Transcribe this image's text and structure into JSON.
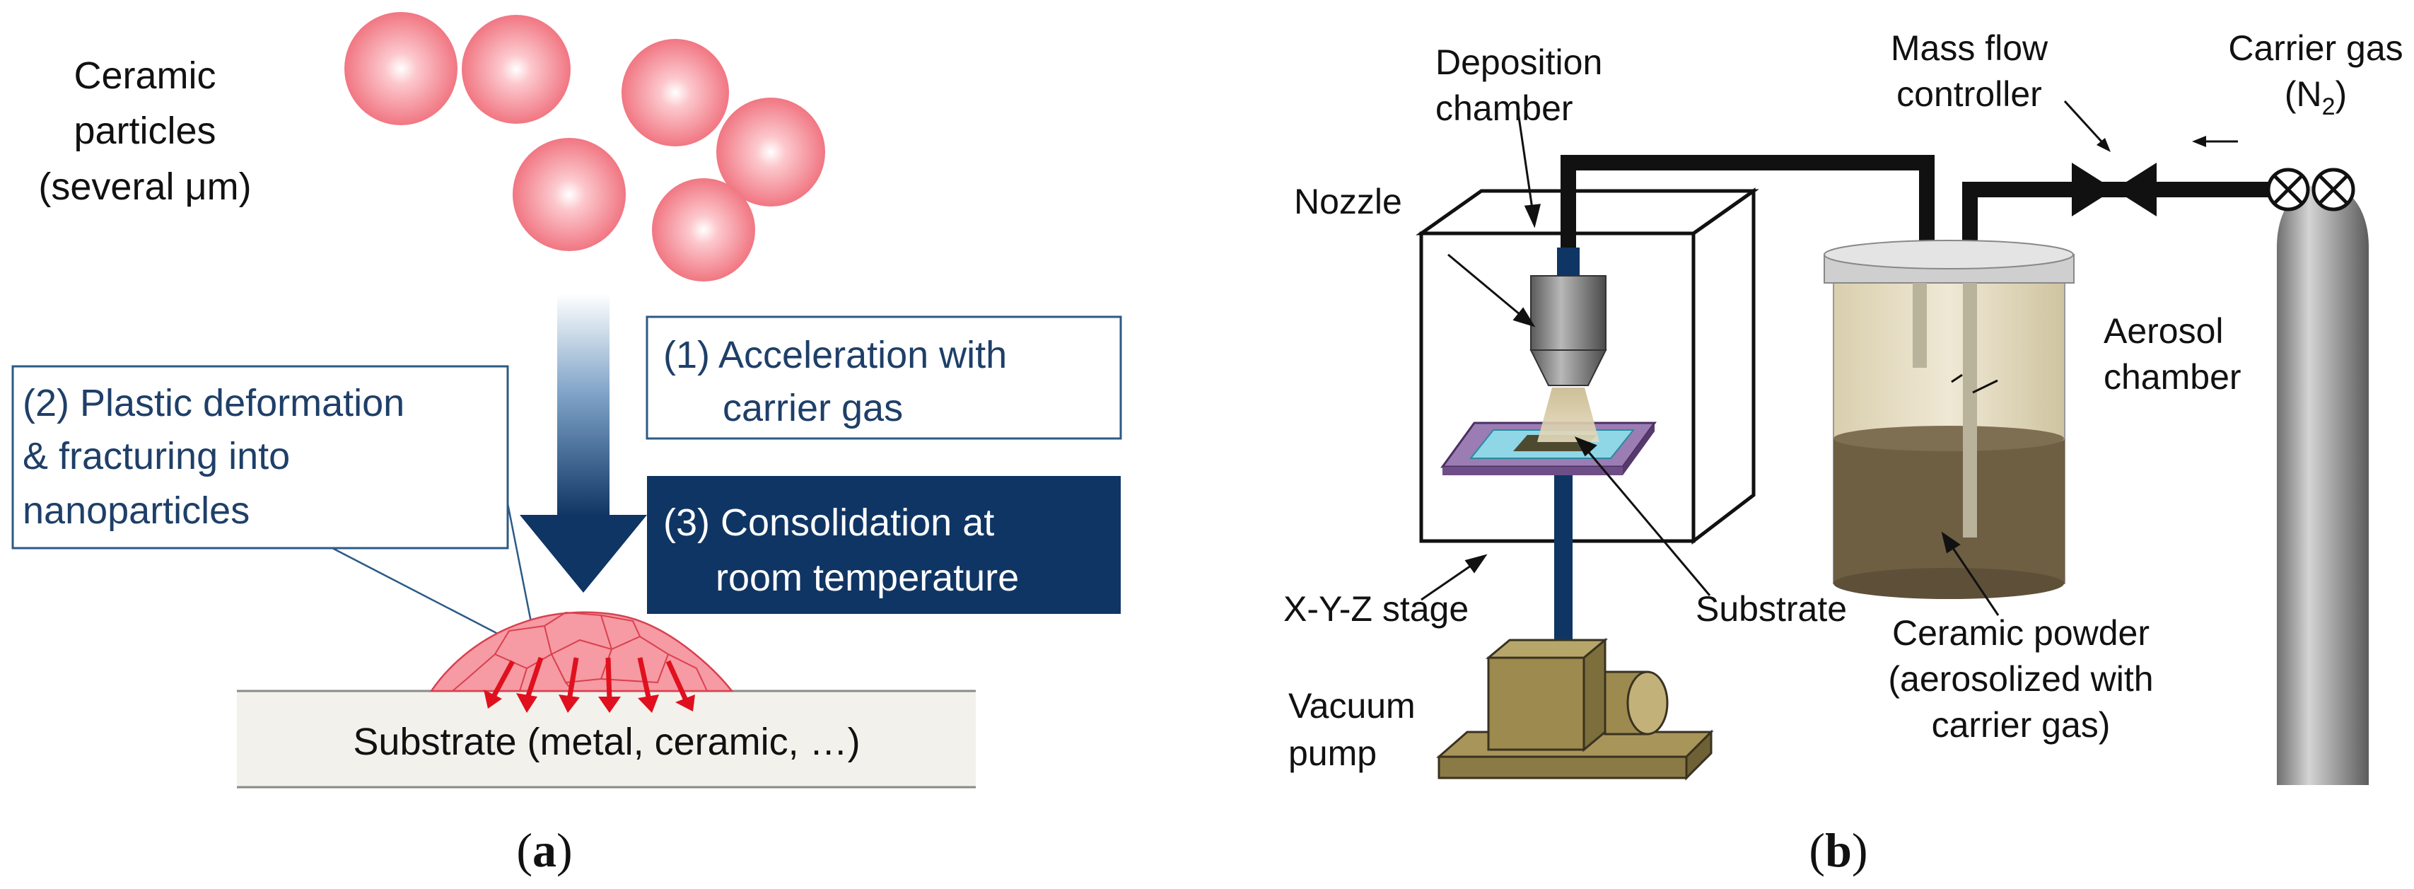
{
  "panel_a": {
    "particles_label": [
      "Ceramic",
      "particles",
      "(several μm)"
    ],
    "step1": [
      "(1) Acceleration with",
      "carrier gas"
    ],
    "step2": [
      "(2) Plastic deformation",
      "& fracturing into",
      "nanoparticles"
    ],
    "step3": [
      "(3) Consolidation at",
      "room temperature"
    ],
    "substrate": "Substrate (metal, ceramic, …)",
    "caption": [
      "(",
      "a",
      ")"
    ]
  },
  "panel_b": {
    "deposition_chamber": [
      "Deposition",
      "chamber"
    ],
    "mass_flow": [
      "Mass flow",
      "controller"
    ],
    "carrier_gas": "Carrier gas",
    "n2": [
      "(N",
      "2",
      ")"
    ],
    "nozzle": "Nozzle",
    "aerosol_chamber": [
      "Aerosol",
      "chamber"
    ],
    "substrate": "Substrate",
    "stage": "X-Y-Z stage",
    "vacuum_pump": [
      "Vacuum",
      "pump"
    ],
    "ceramic_powder": [
      "Ceramic powder",
      "(aerosolized with",
      "carrier gas)"
    ],
    "caption": [
      "(",
      "b",
      ")"
    ]
  },
  "colors": {
    "navy": "#0f3564",
    "particle": "#f06a78",
    "fragment": "#f69aa3",
    "arrow_red": "#e0101e",
    "pump": "#9c8a4e",
    "powder": "#6e5e42",
    "stage": "#7a5a92",
    "cyan": "#8fd6e6"
  }
}
